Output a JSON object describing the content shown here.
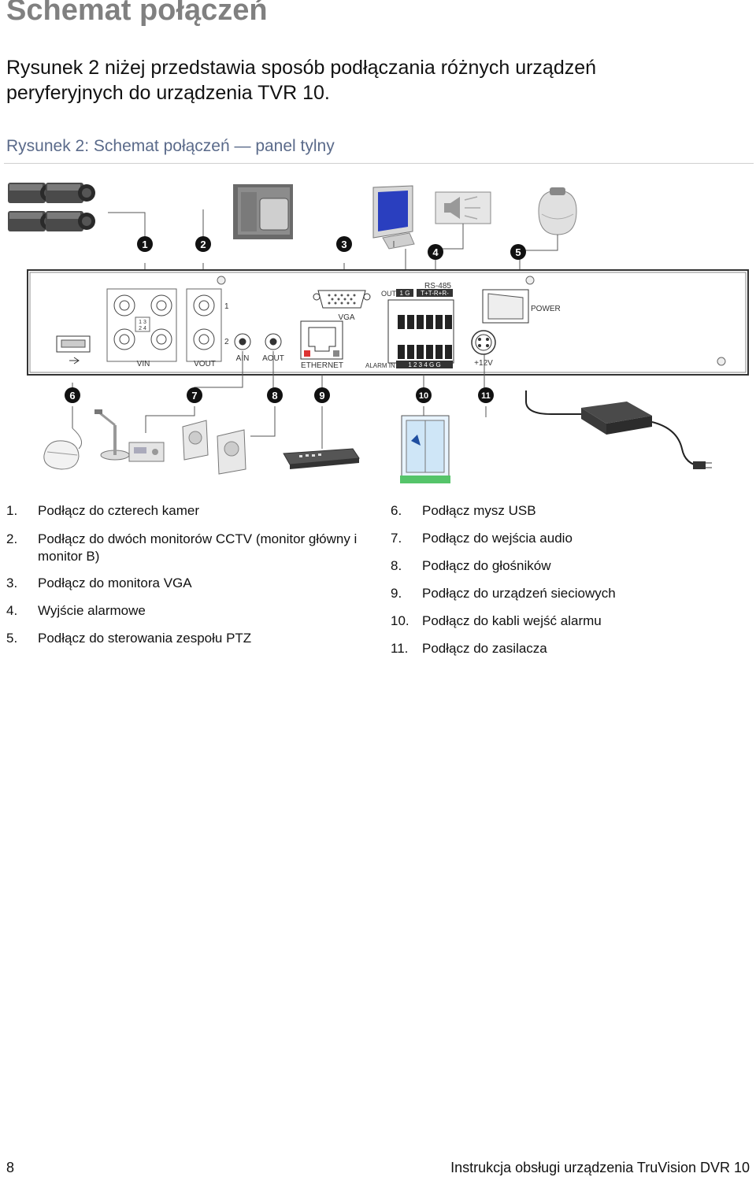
{
  "heading": "Schemat połączeń",
  "intro": "Rysunek 2 niżej przedstawia sposób podłączania różnych urządzeń peryferyjnych do urządzenia TVR 10.",
  "figure_title": "Rysunek 2: Schemat połączeń — panel tylny",
  "panel_labels": {
    "vin": "VIN",
    "vout": "VOUT",
    "vout_1": "1",
    "vout_2": "2",
    "ain": "AIN",
    "aout": "AOUT",
    "vga": "VGA",
    "ethernet": "ETHERNET",
    "rs485": "RS-485",
    "rs485_pins": "T+T-R+R-",
    "out": "OUT",
    "out_pins": "1  G",
    "alarm_in": "ALARM IN",
    "alarm_pins": "1  2  3  4  G  G",
    "power": "POWER",
    "v12": "+12V",
    "cam_grid": "1 3 2 4"
  },
  "callouts": [
    "1",
    "2",
    "3",
    "4",
    "5",
    "6",
    "7",
    "8",
    "9",
    "10",
    "11"
  ],
  "list_left": [
    {
      "num": "1.",
      "text": "Podłącz do czterech kamer"
    },
    {
      "num": "2.",
      "text": "Podłącz do dwóch monitorów CCTV (monitor główny i monitor B)"
    },
    {
      "num": "3.",
      "text": "Podłącz do monitora VGA"
    },
    {
      "num": "4.",
      "text": "Wyjście alarmowe"
    },
    {
      "num": "5.",
      "text": "Podłącz do sterowania zespołu PTZ"
    }
  ],
  "list_right": [
    {
      "num": "6.",
      "text": "Podłącz mysz USB"
    },
    {
      "num": "7.",
      "text": "Podłącz do wejścia audio"
    },
    {
      "num": "8.",
      "text": "Podłącz do głośników"
    },
    {
      "num": "9.",
      "text": "Podłącz do urządzeń sieciowych"
    },
    {
      "num": "10.",
      "text": "Podłącz do kabli wejść alarmu"
    },
    {
      "num": "11.",
      "text": "Podłącz do zasilacza"
    }
  ],
  "footer": {
    "page_number": "8",
    "doc_title": "Instrukcja obsługi urządzenia TruVision DVR 10"
  }
}
